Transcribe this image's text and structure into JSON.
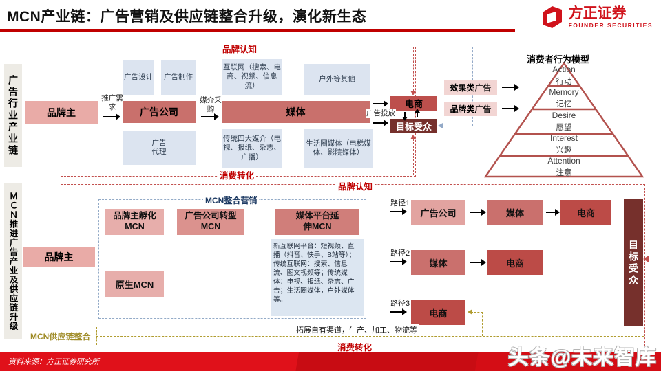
{
  "title": "MCN产业链：广告营销及供应链整合升级，演化新生态",
  "logo": {
    "name": "方正证券",
    "subtitle": "FOUNDER SECURITIES"
  },
  "sidebar": {
    "top_label": "广告行业产业链",
    "bottom_label": "ＭＣＮ推进广告产业及供应链升级"
  },
  "top_section": {
    "brand_awareness": "品牌认知",
    "conversion": "消费转化",
    "brand_owner": "品牌主",
    "promo_demand": "推广需求",
    "ad_design": "广告设计",
    "ad_production": "广告制作",
    "ad_company": "广告公司",
    "ad_agency": "广告代理",
    "media_purchase": "媒介采购",
    "internet": "互联网（搜索、电商、视频、信息流）",
    "outdoor": "户外等其他",
    "media": "媒体",
    "traditional": "传统四大媒介（电视、报纸、杂志、广播）",
    "life_circle": "生活圈媒体（电梯媒体、影院媒体）",
    "ad_delivery": "广告投放",
    "ecommerce": "电商",
    "target_audience": "目标受众",
    "effect_ads": "效果类广告",
    "brand_ads": "品牌类广告"
  },
  "pyramid": {
    "title": "消费者行为模型",
    "levels": [
      {
        "en": "Action",
        "zh": "行动"
      },
      {
        "en": "Memory",
        "zh": "记忆"
      },
      {
        "en": "Desire",
        "zh": "愿望"
      },
      {
        "en": "Interest",
        "zh": "兴趣"
      },
      {
        "en": "Attention",
        "zh": "注意"
      }
    ]
  },
  "bottom_section": {
    "brand_awareness": "品牌认知",
    "conversion": "消费转化",
    "brand_owner": "品牌主",
    "mcn_marketing": "MCN整合营销",
    "incubate_mcn": "品牌主孵化MCN",
    "transform_mcn": "广告公司转型MCN",
    "extend_mcn": "媒体平台延伸MCN",
    "native_mcn": "原生MCN",
    "platform_desc": "新互联网平台：短视频、直播（抖音、快手、B站等）；传统互联网：搜索、信息流、图文视频等；传统媒体：电视、报纸、杂志、广告；生活圈媒体，户外媒体等。",
    "paths": [
      {
        "label": "路径1",
        "nodes": [
          "广告公司",
          "媒体",
          "电商"
        ]
      },
      {
        "label": "路径2",
        "nodes": [
          "媒体",
          "电商"
        ]
      },
      {
        "label": "路径3",
        "nodes": [
          "电商"
        ]
      }
    ],
    "target_audience": "目标受众",
    "supply_chain": "MCN供应链整合",
    "own_channel": "拓展自有渠道，生产、加工、物流等"
  },
  "footer": {
    "source": "资料来源：方正证券研究所",
    "watermark": "头条@未来智库"
  },
  "colors": {
    "accent_red": "#c00000",
    "box_red": "#c9706c",
    "box_dark_red": "#bd4f4c",
    "box_maroon": "#76302c",
    "box_pink": "#e9aba7",
    "box_blue": "#dce4f0",
    "olive": "#b09c2f",
    "navy": "#1d3a63",
    "footer_red": "#d40d15"
  }
}
